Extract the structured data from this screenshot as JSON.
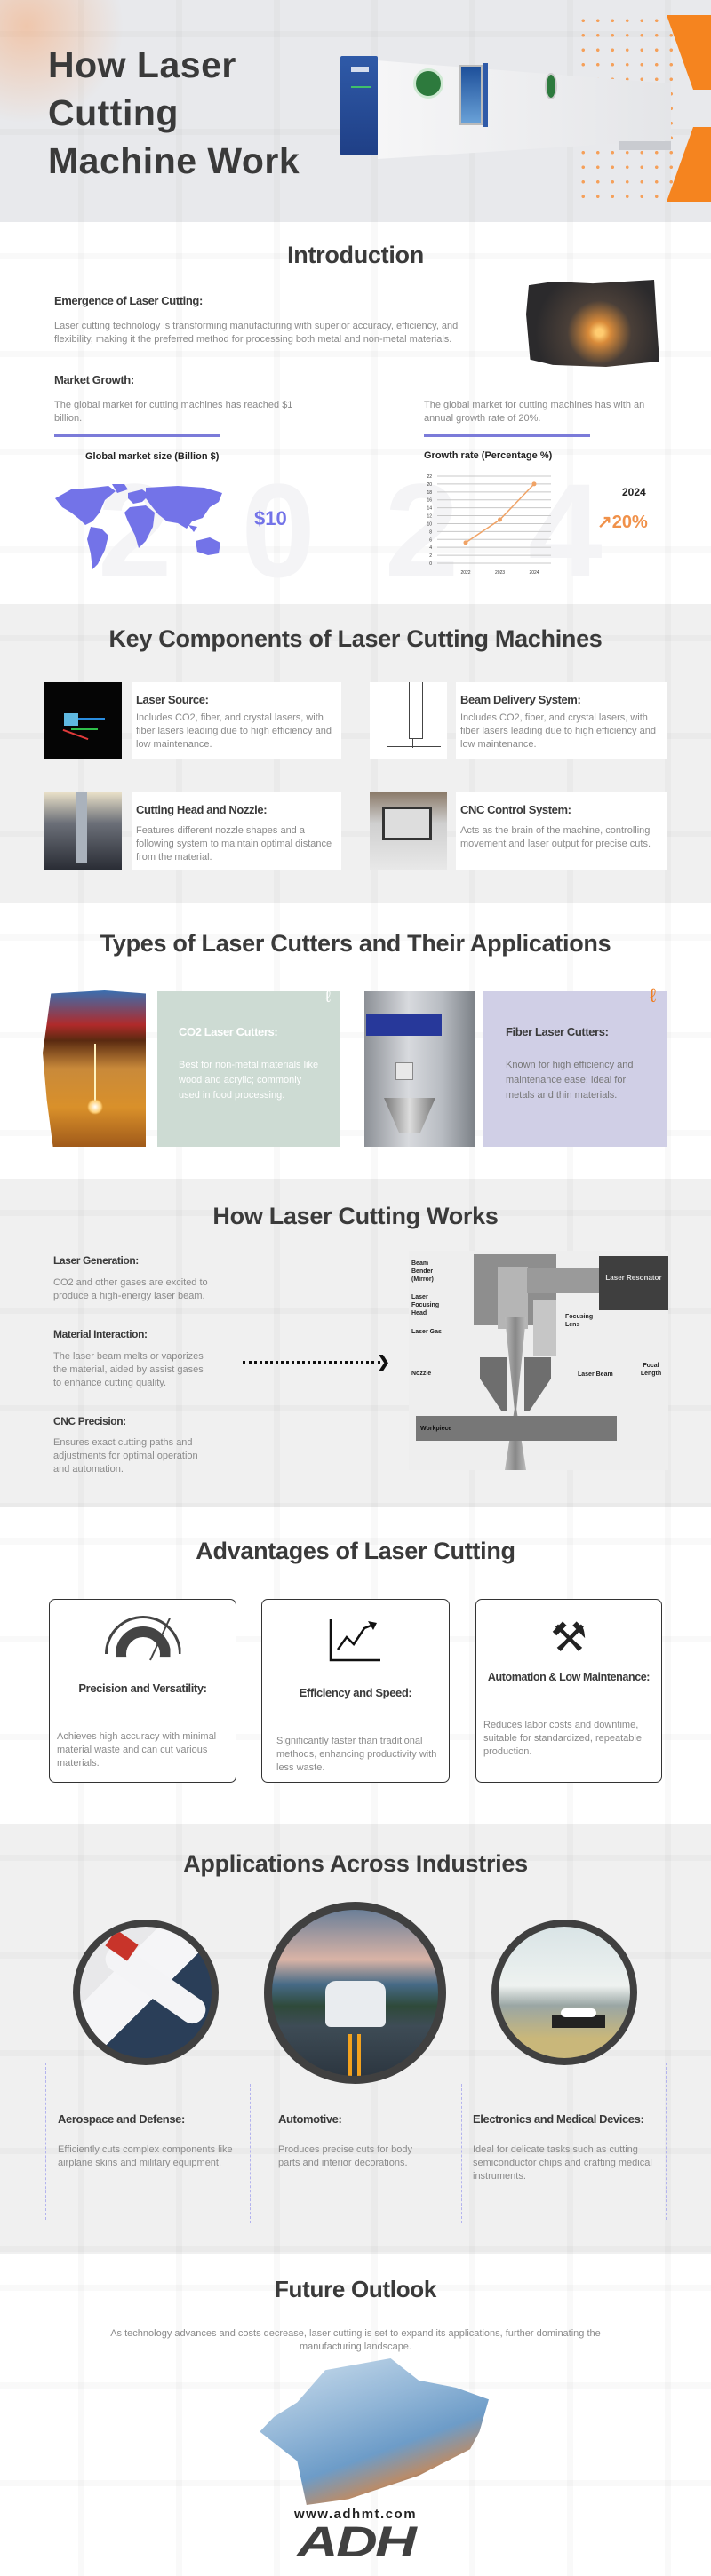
{
  "hero": {
    "title_lines": [
      "How Laser",
      "Cutting",
      "Machine Work"
    ],
    "accent": "#f5841f"
  },
  "intro": {
    "title": "Introduction",
    "emergence": {
      "heading": "Emergence of Laser Cutting:",
      "body": "Laser cutting technology is transforming manufacturing with superior accuracy, efficiency, and flexibility, making it the preferred method for processing both metal and non-metal materials."
    },
    "market": {
      "heading": "Market Growth:",
      "left": "The global market for cutting machines has reached $1 billion.",
      "right": "The global market for cutting machines has with an annual growth rate of 20%."
    },
    "map_title": "Global market size (Billion $)",
    "map_value": "$10",
    "watermark": "2024",
    "growth_year": "2024",
    "growth_value": "20%",
    "map_color": "#7373e8",
    "growth_color": "#f0914a"
  },
  "chart_data": {
    "type": "line",
    "title": "Growth rate (Percentage %)",
    "categories": [
      "2022",
      "2023",
      "2024"
    ],
    "values": [
      5.2,
      11,
      20
    ],
    "ylim": [
      0,
      22
    ],
    "yticks": [
      0,
      2,
      4,
      6,
      8,
      10,
      12,
      14,
      16,
      18,
      20,
      22
    ],
    "xlabel": "",
    "ylabel": "",
    "grid": true,
    "color": "#f0a366"
  },
  "components": {
    "title": "Key Components of Laser Cutting Machines",
    "items": [
      {
        "heading": "Laser Source:",
        "body": "Includes CO2, fiber, and crystal lasers, with fiber lasers leading due to high efficiency and low maintenance."
      },
      {
        "heading": "Beam Delivery System:",
        "body": "Includes CO2, fiber, and crystal lasers, with fiber lasers leading due to high efficiency and low maintenance."
      },
      {
        "heading": "Cutting Head and Nozzle:",
        "body": "Features different nozzle shapes and a following system to maintain optimal distance from the material."
      },
      {
        "heading": "CNC Control System:",
        "body": "Acts as the brain of the machine, controlling movement and laser output for precise cuts."
      }
    ]
  },
  "types": {
    "title": "Types of Laser Cutters and Their Applications",
    "items": [
      {
        "heading": "CO2 Laser Cutters:",
        "body": "Best for non-metal materials like wood and acrylic; commonly used in food processing."
      },
      {
        "heading": "Fiber Laser Cutters:",
        "body": "Known for high efficiency and maintenance ease; ideal for metals and thin materials."
      }
    ]
  },
  "how": {
    "title": "How Laser Cutting Works",
    "steps": [
      {
        "heading": "Laser Generation:",
        "body": "CO2 and other gases are excited to produce a high-energy laser beam."
      },
      {
        "heading": "Material Interaction:",
        "body": "The laser beam melts or vaporizes the material, aided by assist gases to enhance cutting quality."
      },
      {
        "heading": "CNC Precision:",
        "body": "Ensures exact cutting paths and adjustments for optimal operation and automation."
      }
    ],
    "diagram": {
      "beam_bender": "Beam Bender (Mirror)",
      "focusing_head": "Laser Focusing Head",
      "laser_gas": "Laser Gas",
      "nozzle": "Nozzle",
      "focusing_lens": "Focusing Lens",
      "laser_beam": "Laser Beam",
      "resonator": "Laser Resonator",
      "focal_length": "Focal Length",
      "workpiece": "Workpiece"
    }
  },
  "advantages": {
    "title": "Advantages of Laser Cutting",
    "items": [
      {
        "heading": "Precision and Versatility:",
        "body": "Achieves high accuracy with minimal material waste and can cut various materials."
      },
      {
        "heading": "Efficiency and Speed:",
        "body": "Significantly faster than traditional methods, enhancing productivity with less waste."
      },
      {
        "heading": "Automation & Low Maintenance:",
        "body": "Reduces labor costs and downtime, suitable for standardized, repeatable production."
      }
    ]
  },
  "applications": {
    "title": "Applications Across Industries",
    "items": [
      {
        "heading": "Aerospace and Defense:",
        "body": "Efficiently cuts complex components like airplane skins and military equipment."
      },
      {
        "heading": "Automotive:",
        "body": "Produces precise cuts for body parts and interior decorations."
      },
      {
        "heading": "Electronics and Medical Devices:",
        "body": "Ideal for delicate tasks such as cutting semiconductor chips and crafting medical instruments."
      }
    ]
  },
  "future": {
    "title": "Future Outlook",
    "body": "As technology advances and costs decrease, laser cutting is set to expand its applications, further dominating the manufacturing landscape.",
    "website": "www.adhmt.com",
    "logo": "ADH"
  }
}
